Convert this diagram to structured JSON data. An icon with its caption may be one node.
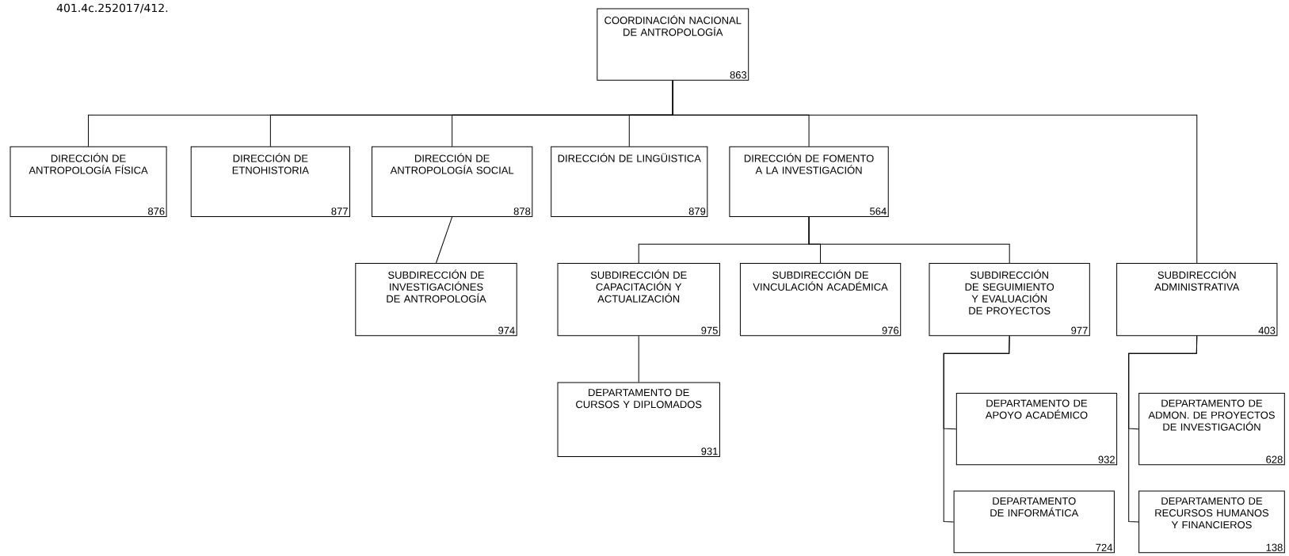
{
  "diagram": {
    "nodes": [
      {
        "text": [
          "COORDINACIÓN NACIONAL DE ANTROPOLOGÍA",
          "863"
        ]
      },
      {
        "text": [
          "DIRECCIÓN DE ANTROPOLOGÍA FÍSICA",
          "876"
        ]
      },
      {
        "text": [
          "DIRECCIÓN DE ETNOHISTORIA",
          "877"
        ]
      },
      {
        "text": [
          "DIRECCIÓN DE ANTROPOLOGÍA SOCIAL",
          "878"
        ]
      },
      {
        "text": [
          "DIRECCIÓN DE LINGÜISTICA",
          "879"
        ]
      },
      {
        "text": [
          "DIRECCIÓN DE FOMENTO A LA INVESTIGACIÓN",
          "564"
        ]
      },
      {
        "text": [
          "SUBDIRECCIÓN DE INVESTIGACIÓNES DE ANTROPOLOGÍA",
          "974"
        ]
      },
      {
        "text": [
          "SUBDIRECCIÓN DE CAPACITACIÓN Y ACTUALIZACIÓN",
          "975"
        ]
      },
      {
        "text": [
          "SUBDIRECCIÓN DE VINCULACIÓN ACADÉMICA",
          "976"
        ]
      },
      {
        "text": [
          "SUBDIRECCIÓN DE SEGUIMIENTO Y EVALUACIÓN DE PROYECTOS",
          "977"
        ]
      },
      {
        "text": [
          "SUBDIRECCIÓN ADMINISTRATIVA",
          "403"
        ]
      },
      {
        "text": [
          "DEPARTAMENTO DE CURSOS Y DIPLOMADOS",
          "931"
        ]
      },
      {
        "text": [
          "DEPARTAMENTO DE APOYO ACADÉMICO",
          "932"
        ]
      },
      {
        "text": [
          "DEPARTAMENTO DE INFORMÁTICA",
          "724"
        ]
      },
      {
        "text": [
          "DEPARTAMENTO DE ADMON. DE PROYECTOS DE INVESTIGACIÓN",
          "628"
        ]
      },
      {
        "text": [
          "DEPARTAMENTO DE RECURSOS HUMANOS Y FINANCIEROS",
          "138"
        ]
      }
    ],
    "edges": [
      {
        "from": 0,
        "to": 1,
        "arrow": "none"
      },
      {
        "from": 0,
        "to": 2,
        "arrow": "none"
      },
      {
        "from": 0,
        "to": 3,
        "arrow": "none"
      },
      {
        "from": 0,
        "to": 4,
        "arrow": "none"
      },
      {
        "from": 0,
        "to": 5,
        "arrow": "none"
      },
      {
        "from": 0,
        "to": 10,
        "arrow": "none"
      },
      {
        "from": 3,
        "to": 6,
        "arrow": "none"
      },
      {
        "from": 5,
        "to": 7,
        "arrow": "none"
      },
      {
        "from": 5,
        "to": 8,
        "arrow": "none"
      },
      {
        "from": 5,
        "to": 9,
        "arrow": "none"
      },
      {
        "from": 7,
        "to": 11,
        "arrow": "none"
      },
      {
        "from": 9,
        "to": 12,
        "arrow": "none"
      },
      {
        "from": 9,
        "to": 13,
        "arrow": "none"
      },
      {
        "from": 10,
        "to": 14,
        "arrow": "none"
      },
      {
        "from": 10,
        "to": 15,
        "arrow": "none"
      }
    ],
    "labels": [
      "401.4c.252017/412."
    ]
  }
}
